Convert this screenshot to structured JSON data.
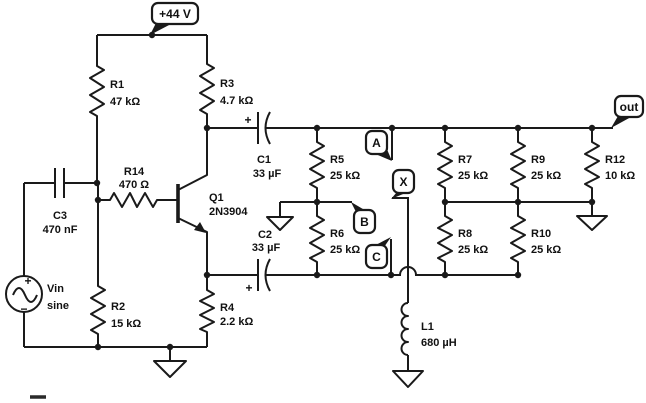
{
  "schematic": {
    "flags": {
      "power": "+44 V",
      "out": "out",
      "a": "A",
      "b": "B",
      "c": "C",
      "x": "X"
    },
    "components": {
      "r1": {
        "name": "R1",
        "value": "47 kΩ"
      },
      "r2": {
        "name": "R2",
        "value": "15 kΩ"
      },
      "r3": {
        "name": "R3",
        "value": "4.7 kΩ"
      },
      "r4": {
        "name": "R4",
        "value": "2.2 kΩ"
      },
      "r5": {
        "name": "R5",
        "value": "25 kΩ"
      },
      "r6": {
        "name": "R6",
        "value": "25 kΩ"
      },
      "r7": {
        "name": "R7",
        "value": "25 kΩ"
      },
      "r8": {
        "name": "R8",
        "value": "25 kΩ"
      },
      "r9": {
        "name": "R9",
        "value": "25 kΩ"
      },
      "r10": {
        "name": "R10",
        "value": "25 kΩ"
      },
      "r12": {
        "name": "R12",
        "value": "10 kΩ"
      },
      "r14": {
        "name": "R14",
        "value": "470 Ω"
      },
      "c1": {
        "name": "C1",
        "value": "33 µF"
      },
      "c2": {
        "name": "C2",
        "value": "33 µF"
      },
      "c3": {
        "name": "C3",
        "value": "470 nF"
      },
      "l1": {
        "name": "L1",
        "value": "680 µH"
      },
      "q1": {
        "name": "Q1",
        "value": "2N3904"
      }
    },
    "source": {
      "name": "Vin",
      "waveform": "sine"
    },
    "symbols": {
      "plus": "+",
      "minus": "−"
    },
    "colors": {
      "ink": "#1a1a1a",
      "background": "#ffffff"
    }
  }
}
